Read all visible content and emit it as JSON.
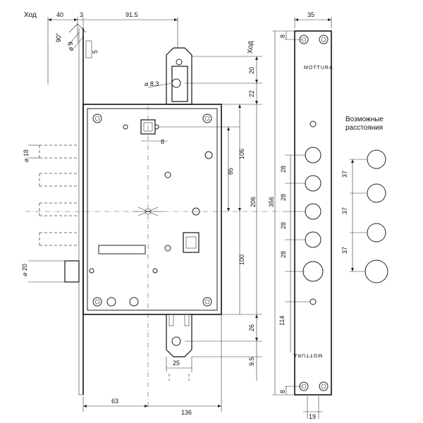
{
  "labels": {
    "stroke_left": "Ход",
    "stroke_right": "Ход",
    "possible_distances_line1": "Возможные",
    "possible_distances_line2": "расстояния",
    "brand_top": "MOTTURA",
    "brand_bottom": "MOTTURA"
  },
  "dimensions": {
    "top_40": "40",
    "top_3": "3",
    "top_915": "91.5",
    "top_35": "35",
    "angle_90": "90°",
    "dia_9": "⌀ 9",
    "val_5": "5",
    "dia_83": "⌀ 8.3",
    "v_20": "20",
    "v_22": "22",
    "sq_8": "8",
    "dia_18": "⌀ 18",
    "v_106": "106",
    "v_85": "85",
    "v_206": "206",
    "v_356": "356",
    "v_100": "100",
    "dia_20": "⌀ 20",
    "v_26": "26",
    "v_95": "9.5",
    "h_25": "25",
    "h_63": "63",
    "h_136": "136",
    "plate_8_top": "8",
    "plate_8_bottom": "8",
    "p_28_1": "28",
    "p_28_2": "28",
    "p_28_3": "28",
    "p_28_4": "28",
    "p_114": "114",
    "p_37_1": "37",
    "p_37_2": "37",
    "p_37_3": "37",
    "h_19": "19"
  }
}
